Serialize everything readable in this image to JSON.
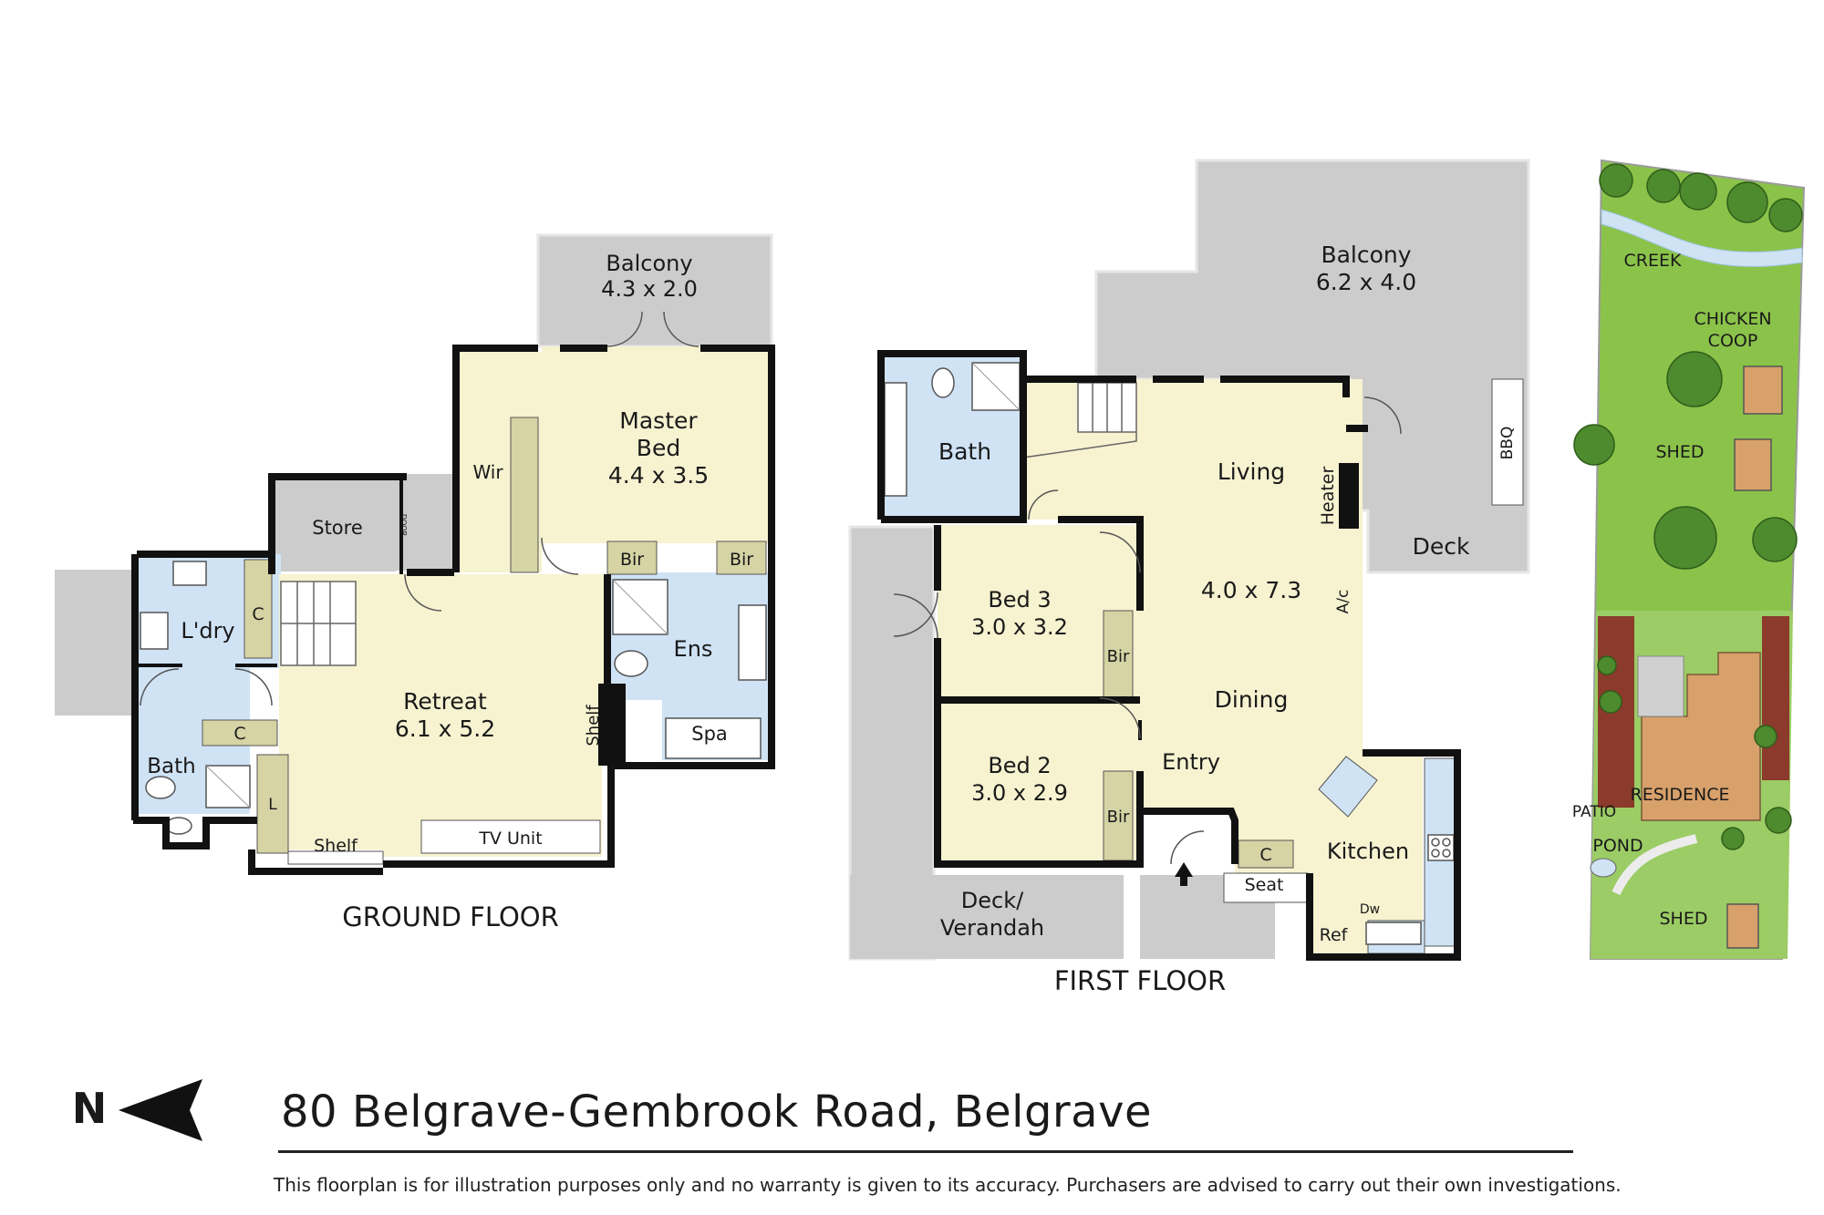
{
  "colors": {
    "room": "#f7f2d0",
    "wet": "#cfe3f5",
    "outdoor": "#cccccc",
    "cabinet": "#d6d3a4",
    "wall": "#111111",
    "grass": "#8bc34a",
    "mulch": "#8b3a2b",
    "roof": "#d8a06a"
  },
  "ground_floor": {
    "title": "GROUND FLOOR",
    "balcony": {
      "label": "Balcony",
      "size": "4.3 x 2.0"
    },
    "master_bed": {
      "label_line1": "Master",
      "label_line2": "Bed",
      "size": "4.4 x 3.5"
    },
    "wir": "Wir",
    "store": "Store",
    "door": "DOOR",
    "bir1": "Bir",
    "bir2": "Bir",
    "laundry": "L'dry",
    "c1": "C",
    "c2": "C",
    "retreat": {
      "label": "Retreat",
      "size": "6.1 x 5.2"
    },
    "ensuite": "Ens",
    "spa": "Spa",
    "shelf_side": "Shelf",
    "bath": "Bath",
    "linen": "L",
    "shelf_bottom": "Shelf",
    "tv_unit": "TV Unit"
  },
  "first_floor": {
    "title": "FIRST FLOOR",
    "balcony": {
      "label": "Balcony",
      "size": "6.2 x 4.0"
    },
    "bath": "Bath",
    "living": "Living",
    "heater": "Heater",
    "bbq": "BBQ",
    "deck": "Deck",
    "living_size": "4.0 x 7.3",
    "ac": "A/c",
    "dining": "Dining",
    "bed3": {
      "label": "Bed 3",
      "size": "3.0 x 3.2"
    },
    "bir3": "Bir",
    "bed2": {
      "label": "Bed 2",
      "size": "3.0 x 2.9"
    },
    "bir2": "Bir",
    "entry": "Entry",
    "c": "C",
    "kitchen": "Kitchen",
    "seat": "Seat",
    "dw": "Dw",
    "ref": "Ref",
    "deck_verandah_line1": "Deck/",
    "deck_verandah_line2": "Verandah"
  },
  "site_plan": {
    "creek": "CREEK",
    "chicken_coop_line1": "CHICKEN",
    "chicken_coop_line2": "COOP",
    "shed_upper": "SHED",
    "residence": "RESIDENCE",
    "patio": "PATIO",
    "pond": "POND",
    "shed_lower": "SHED"
  },
  "compass": {
    "label": "N"
  },
  "footer": {
    "address": "80 Belgrave-Gembrook Road, Belgrave",
    "disclaimer": "This floorplan is for illustration purposes only and no warranty is given to its accuracy. Purchasers are advised to carry out their own investigations."
  }
}
